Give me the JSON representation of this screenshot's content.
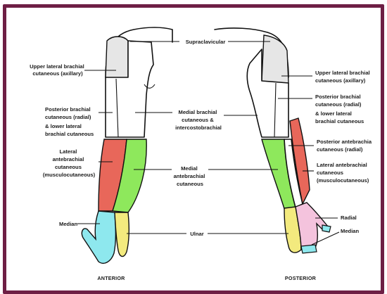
{
  "colors": {
    "frame": "#6e1f45",
    "axillary": "#e6e6e6",
    "radial": "#e8675a",
    "musculocutaneous": "#e8675a",
    "medial_antebrachial": "#8ee85c",
    "median": "#8ee8ee",
    "ulnar": "#f3ea7e",
    "radial_hand": "#f4c3dd"
  },
  "labels": {
    "supraclavicular": "Supraclavicular",
    "anterior": {
      "upper_lateral": [
        "Upper lateral brachial",
        "cutaneous (axillary)"
      ],
      "posterior_brachial": [
        "Posterior brachial",
        "cutaneous (radial)",
        "& lower lateral",
        "brachial cutaneous"
      ],
      "lateral_antebrachial": [
        "Lateral",
        "antebrachial",
        "cutaneous",
        "(musculocutaneous)"
      ],
      "median": "Median"
    },
    "center": {
      "medial_brachial": [
        "Medial brachial",
        "cutaneous &",
        "intercostobrachial"
      ],
      "medial_antebrachial": [
        "Medial",
        "antebrachial",
        "cutaneous"
      ],
      "ulnar": "Ulnar"
    },
    "posterior": {
      "upper_lateral": [
        "Upper lateral brachial",
        "cutaneous (axillary)"
      ],
      "posterior_brachial": [
        "Posterior brachial",
        "cutaneous (radial)",
        "& lower lateral",
        "brachial cutaneous"
      ],
      "posterior_antebrachial": [
        "Posterior antebrachia",
        "cutaneous (radial)"
      ],
      "lateral_antebrachial": [
        "Lateral antebrachial",
        "cutaneous",
        "(musculocutaneous)"
      ],
      "radial": "Radial",
      "median": "Median"
    },
    "views": {
      "anterior": "ANTERIOR",
      "posterior": "POSTERIOR"
    }
  }
}
